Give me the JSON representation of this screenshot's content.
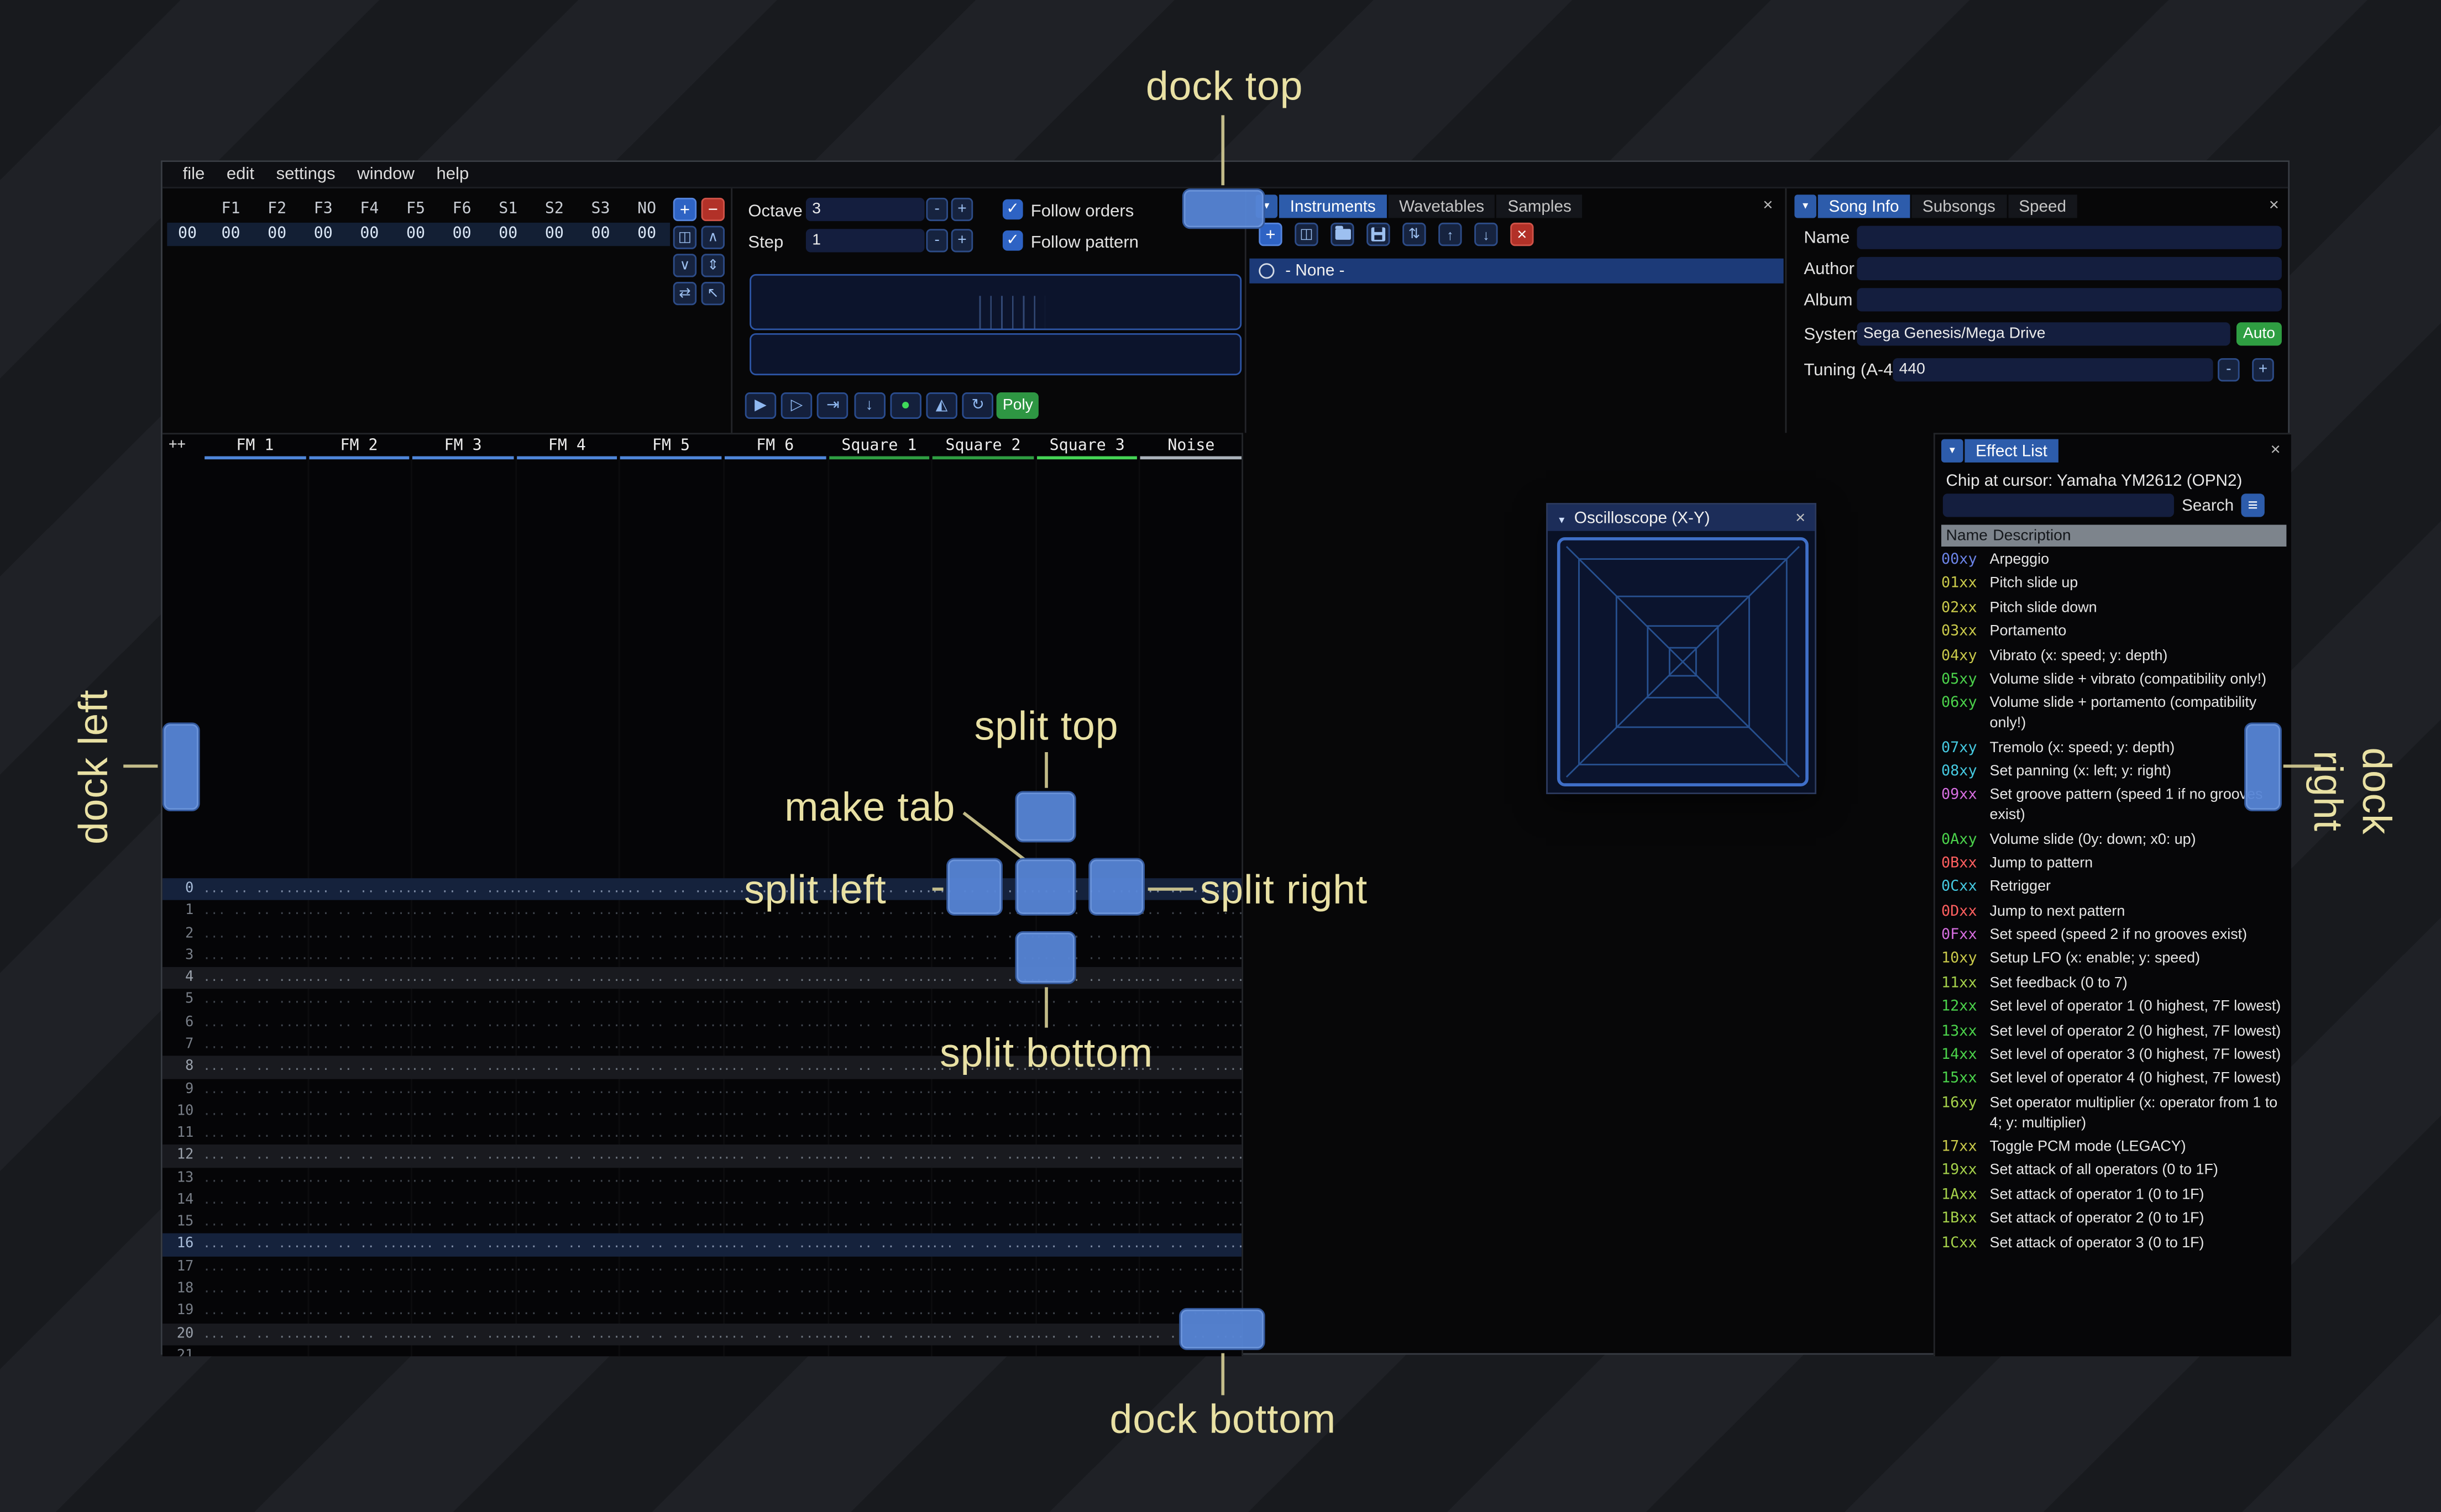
{
  "menu": {
    "items": [
      "file",
      "edit",
      "settings",
      "window",
      "help"
    ]
  },
  "orders": {
    "headers": [
      "F1",
      "F2",
      "F3",
      "F4",
      "F5",
      "F6",
      "S1",
      "S2",
      "S3",
      "NO"
    ],
    "row_index": "00",
    "row_values": [
      "00",
      "00",
      "00",
      "00",
      "00",
      "00",
      "00",
      "00",
      "00",
      "00"
    ],
    "buttons": [
      {
        "name": "order-add-button",
        "glyph": "+",
        "style": "add"
      },
      {
        "name": "order-remove-button",
        "glyph": "−",
        "style": "remove"
      },
      {
        "name": "order-duplicate-button",
        "glyph": "◫",
        "style": ""
      },
      {
        "name": "order-move-up-button",
        "glyph": "∧",
        "style": ""
      },
      {
        "name": "order-move-down-button",
        "glyph": "∨",
        "style": ""
      },
      {
        "name": "order-deep-clone-button",
        "glyph": "⇕",
        "style": ""
      },
      {
        "name": "order-change-all-button",
        "glyph": "⇄",
        "style": ""
      },
      {
        "name": "order-edit-mode-button",
        "glyph": "↖",
        "style": ""
      }
    ]
  },
  "controls": {
    "octave_label": "Octave",
    "octave_value": "3",
    "step_label": "Step",
    "step_value": "1",
    "minus_label": "-",
    "plus_label": "+",
    "follow_orders_label": "Follow orders",
    "follow_pattern_label": "Follow pattern",
    "transport": [
      {
        "name": "play-button",
        "glyph": "▶"
      },
      {
        "name": "play-pattern-button",
        "glyph": "▷"
      },
      {
        "name": "play-from-cursor-button",
        "glyph": "⇥"
      },
      {
        "name": "step-one-row-button",
        "glyph": "↓"
      },
      {
        "name": "edit-record-button",
        "glyph": "●",
        "accent": "#3fd95a"
      },
      {
        "name": "metronome-button",
        "glyph": "◭"
      },
      {
        "name": "repeat-pattern-button",
        "glyph": "↻"
      }
    ],
    "poly_label": "Poly"
  },
  "instruments": {
    "tabs": [
      {
        "label": "Instruments",
        "active": true
      },
      {
        "label": "Wavetables",
        "active": false
      },
      {
        "label": "Samples",
        "active": false
      }
    ],
    "toolbar": [
      {
        "name": "add-instrument-button",
        "glyph": "+",
        "style": "add"
      },
      {
        "name": "duplicate-instrument-button",
        "glyph": "◫",
        "style": ""
      },
      {
        "name": "open-instrument-button",
        "icon": "folder",
        "style": ""
      },
      {
        "name": "save-instrument-button",
        "icon": "floppy",
        "style": ""
      },
      {
        "name": "instrument-list-sort-button",
        "glyph": "⇅",
        "style": ""
      },
      {
        "name": "move-instrument-up-button",
        "glyph": "↑",
        "style": ""
      },
      {
        "name": "move-instrument-down-button",
        "glyph": "↓",
        "style": ""
      },
      {
        "name": "delete-instrument-button",
        "glyph": "×",
        "style": "remove"
      }
    ],
    "selected_item": "- None -"
  },
  "song_info": {
    "tabs": [
      {
        "label": "Song Info",
        "active": true
      },
      {
        "label": "Subsongs",
        "active": false
      },
      {
        "label": "Speed",
        "active": false
      }
    ],
    "name_label": "Name",
    "name_value": "",
    "author_label": "Author",
    "author_value": "",
    "album_label": "Album",
    "album_value": "",
    "system_label": "System",
    "system_value": "Sega Genesis/Mega Drive",
    "auto_label": "Auto",
    "tuning_label": "Tuning (A-4)",
    "tuning_value": "440",
    "minus_label": "-",
    "plus_label": "+"
  },
  "pattern": {
    "corner_label": "++",
    "channels": [
      {
        "name": "FM 1",
        "color": "#4f86d9"
      },
      {
        "name": "FM 2",
        "color": "#4f86d9"
      },
      {
        "name": "FM 3",
        "color": "#4f86d9"
      },
      {
        "name": "FM 4",
        "color": "#4f86d9"
      },
      {
        "name": "FM 5",
        "color": "#4f86d9"
      },
      {
        "name": "FM 6",
        "color": "#4f86d9"
      },
      {
        "name": "Square 1",
        "color": "#2f9e42"
      },
      {
        "name": "Square 2",
        "color": "#2f9e42"
      },
      {
        "name": "Square 3",
        "color": "#45d455"
      },
      {
        "name": "Noise",
        "color": "#aab2ba"
      }
    ],
    "row_count": 22,
    "hilight1": 4,
    "hilight2": 16,
    "empty_cell": "... .. .. ...."
  },
  "oscilloscope": {
    "title": "Oscilloscope (X-Y)"
  },
  "effect_list": {
    "tab_label": "Effect List",
    "chip_line": "Chip at cursor: Yamaha YM2612 (OPN2)",
    "search_label": "Search",
    "search_value": "",
    "name_column": "Name",
    "description_column": "Description",
    "effects": [
      {
        "code": "00xy",
        "color": "#6c84e8",
        "desc": "Arpeggio"
      },
      {
        "code": "01xx",
        "color": "#c9c94a",
        "desc": "Pitch slide up"
      },
      {
        "code": "02xx",
        "color": "#c9c94a",
        "desc": "Pitch slide down"
      },
      {
        "code": "03xx",
        "color": "#c9c94a",
        "desc": "Portamento"
      },
      {
        "code": "04xy",
        "color": "#c9c94a",
        "desc": "Vibrato (x: speed; y: depth)"
      },
      {
        "code": "05xy",
        "color": "#4bd24b",
        "desc": "Volume slide + vibrato (compatibility only!)"
      },
      {
        "code": "06xy",
        "color": "#4bd24b",
        "desc": "Volume slide + portamento (compatibility only!)"
      },
      {
        "code": "07xy",
        "color": "#45c9e0",
        "desc": "Tremolo (x: speed; y: depth)"
      },
      {
        "code": "08xy",
        "color": "#45c9e0",
        "desc": "Set panning (x: left; y: right)"
      },
      {
        "code": "09xx",
        "color": "#d66ee0",
        "desc": "Set groove pattern (speed 1 if no grooves exist)"
      },
      {
        "code": "0Axy",
        "color": "#4bd24b",
        "desc": "Volume slide (0y: down; x0: up)"
      },
      {
        "code": "0Bxx",
        "color": "#ff5f5f",
        "desc": "Jump to pattern"
      },
      {
        "code": "0Cxx",
        "color": "#45c9e0",
        "desc": "Retrigger"
      },
      {
        "code": "0Dxx",
        "color": "#ff5f5f",
        "desc": "Jump to next pattern"
      },
      {
        "code": "0Fxx",
        "color": "#d66ee0",
        "desc": "Set speed (speed 2 if no grooves exist)"
      },
      {
        "code": "10xy",
        "color": "#c9c94a",
        "desc": "Setup LFO (x: enable; y: speed)"
      },
      {
        "code": "11xx",
        "color": "#a4d04a",
        "desc": "Set feedback (0 to 7)"
      },
      {
        "code": "12xx",
        "color": "#4bd24b",
        "desc": "Set level of operator 1 (0 highest, 7F lowest)"
      },
      {
        "code": "13xx",
        "color": "#4bd24b",
        "desc": "Set level of operator 2 (0 highest, 7F lowest)"
      },
      {
        "code": "14xx",
        "color": "#4bd24b",
        "desc": "Set level of operator 3 (0 highest, 7F lowest)"
      },
      {
        "code": "15xx",
        "color": "#4bd24b",
        "desc": "Set level of operator 4 (0 highest, 7F lowest)"
      },
      {
        "code": "16xy",
        "color": "#a4d04a",
        "desc": "Set operator multiplier (x: operator from 1 to 4; y: multiplier)"
      },
      {
        "code": "17xx",
        "color": "#c9c94a",
        "desc": "Toggle PCM mode (LEGACY)"
      },
      {
        "code": "19xx",
        "color": "#a4d04a",
        "desc": "Set attack of all operators (0 to 1F)"
      },
      {
        "code": "1Axx",
        "color": "#a4d04a",
        "desc": "Set attack of operator 1 (0 to 1F)"
      },
      {
        "code": "1Bxx",
        "color": "#a4d04a",
        "desc": "Set attack of operator 2 (0 to 1F)"
      },
      {
        "code": "1Cxx",
        "color": "#a4d04a",
        "desc": "Set attack of operator 3 (0 to 1F)"
      }
    ]
  },
  "annotations": {
    "dock_top": "dock top",
    "dock_bottom": "dock bottom",
    "dock_left": "dock left",
    "dock_right": "dock right",
    "split_top": "split top",
    "split_bottom": "split bottom",
    "split_left": "split left",
    "split_right": "split right",
    "make_tab": "make tab",
    "label_color": "#e9e1a4",
    "target_color": "#5685d6"
  }
}
